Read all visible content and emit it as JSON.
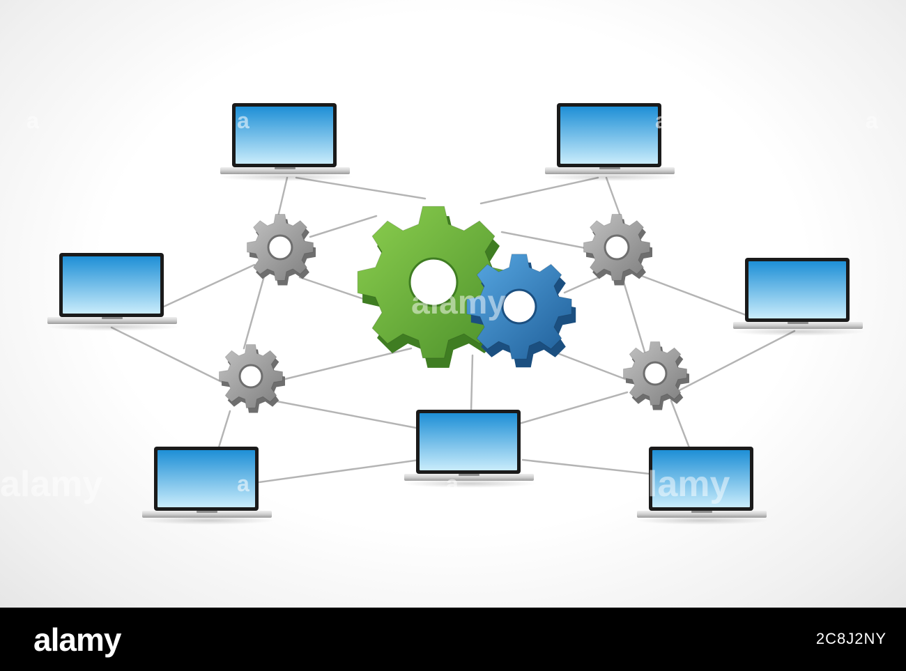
{
  "watermark": {
    "brand": "alamy",
    "stock_id": "2C8J2NY",
    "overlay_text": "alamy",
    "overlay_letter": "a"
  },
  "colors": {
    "screen_top": "#1e8fd6",
    "screen_bottom": "#c9ecfb",
    "bezel": "#1a1a1a",
    "base": "#d2d2d2",
    "link": "#b4b4b4",
    "gear_grey": "#9a9a9a",
    "gear_green": "#6aaf3d",
    "gear_blue": "#2f7fc1",
    "footer": "#000000"
  },
  "network": {
    "laptops": [
      "laptop-top-left",
      "laptop-top-right",
      "laptop-mid-left",
      "laptop-mid-right",
      "laptop-bottom-left",
      "laptop-bottom-center",
      "laptop-bottom-right"
    ],
    "hub_gears": [
      "green-gear",
      "blue-gear"
    ],
    "relay_gears": [
      "gear-upper-left",
      "gear-upper-right",
      "gear-lower-left",
      "gear-lower-right"
    ]
  }
}
